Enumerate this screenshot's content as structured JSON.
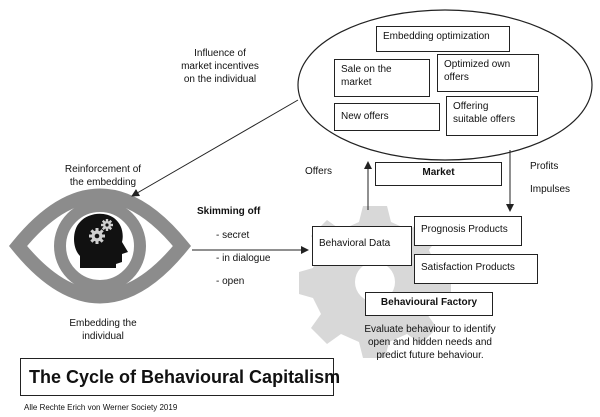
{
  "title": "The Cycle of Behavioural Capitalism",
  "copyright": "Alle Rechte Erich von Werner Society 2019",
  "market_cloud": {
    "embedding_optimization": "Embedding optimization",
    "sale_on_market": "Sale on the\nmarket",
    "optimized_offers": "Optimized own\noffers",
    "new_offers": "New offers",
    "offering_suitable": "Offering\nsuitable offers"
  },
  "labels": {
    "influence": "Influence of\nmarket incentives\non the individual",
    "reinforcement": "Reinforcement of\nthe embedding",
    "embedding_individual": "Embedding the\nindividual",
    "offers": "Offers",
    "profits": "Profits",
    "impulses": "Impulses"
  },
  "skimming": {
    "heading": "Skimming off",
    "items": [
      "- secret",
      "- in dialogue",
      "- open"
    ]
  },
  "market": "Market",
  "behavioral_data": "Behavioral Data",
  "prognosis_products": "Prognosis Products",
  "satisfaction_products": "Satisfaction Products",
  "factory": {
    "label": "Behavioural Factory",
    "description": "Evaluate behaviour to identify\nopen and hidden needs and\npredict future behaviour."
  },
  "colors": {
    "eye": "#8c8c8c",
    "head": "#111111",
    "gear_bg": "#d8d8d8",
    "stroke": "#222222"
  }
}
